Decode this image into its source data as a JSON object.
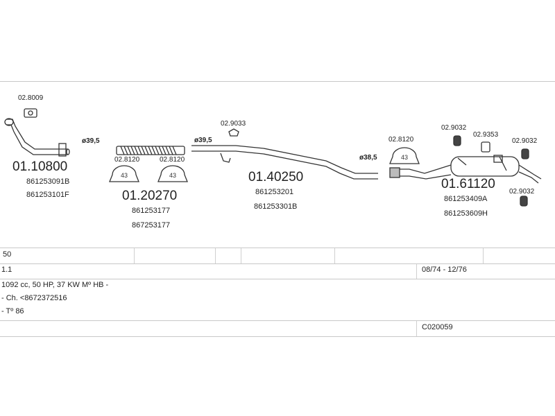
{
  "colors": {
    "ink": "#222222",
    "rule": "#c8c8c8"
  },
  "parts": {
    "p1": {
      "number": "01.10800",
      "refs": [
        "861253091B",
        "861253101F"
      ]
    },
    "p2": {
      "number": "01.20270",
      "refs": [
        "861253177",
        "867253177"
      ]
    },
    "p3": {
      "number": "01.40250",
      "refs": [
        "861253201",
        "861253301B"
      ]
    },
    "p4": {
      "number": "01.61120",
      "refs": [
        "861253409A",
        "861253609H"
      ]
    }
  },
  "accessories": {
    "a1": "02.8009",
    "a2": "02.8120",
    "a3": "02.8120",
    "a4": "02.9033",
    "a5": "02.8120",
    "a6": "02.9032",
    "a7": "02.9353",
    "a8": "02.9032",
    "a9": "02.9032"
  },
  "diameters": {
    "d1": "ø39,5",
    "d2": "ø39,5",
    "d3": "ø38,5"
  },
  "clamp_size": "43",
  "table": {
    "row1": "50",
    "row2": "1.1",
    "row2_date": "08/74 - 12/76",
    "row3": "1092 cc, 50 HP, 37 KW Mº HB -",
    "row4": "- Ch. <8672372516",
    "row5": "- Tº 86",
    "row6_code": "C020059"
  }
}
